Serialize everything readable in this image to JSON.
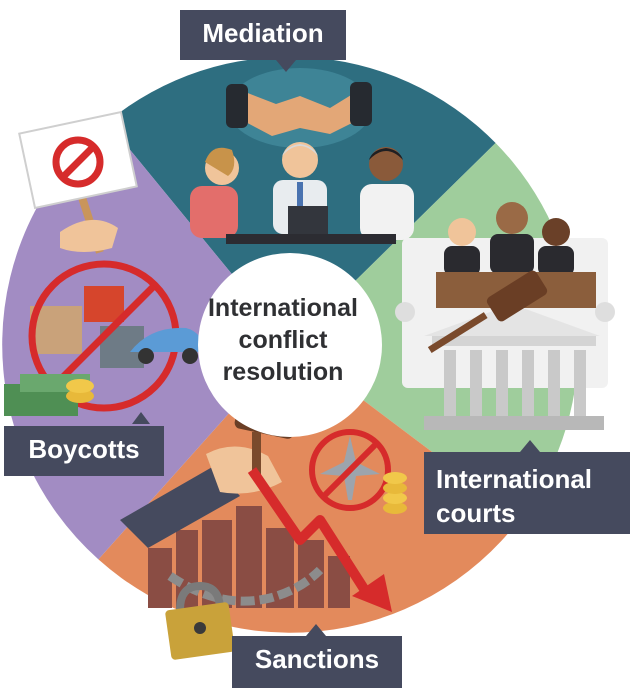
{
  "center": {
    "line1": "International",
    "line2": "conflict",
    "line3": "resolution"
  },
  "segments": {
    "mediation": {
      "label": "Mediation",
      "color": "#2e6e80"
    },
    "courts": {
      "line1": "International",
      "line2": "courts",
      "color": "#9fcd9c"
    },
    "sanctions": {
      "label": "Sanctions",
      "color": "#e38a5c"
    },
    "boycotts": {
      "label": "Boycotts",
      "color": "#a28cc3"
    }
  },
  "colors": {
    "label_bg": "#454a5e",
    "label_text": "#ffffff",
    "center_bg": "#ffffff",
    "arrow_red": "#d62b2b"
  },
  "icons": {
    "mediation": [
      "handshake-icon",
      "woman-icon",
      "mediator-man-icon",
      "man-icon",
      "laptop-icon"
    ],
    "courts": [
      "judges-icon",
      "courthouse-icon",
      "gavel-icon",
      "scroll-icon"
    ],
    "sanctions": [
      "gavel-in-hand-icon",
      "city-skyline-icon",
      "chain-icon",
      "padlock-icon",
      "falling-arrow-icon",
      "no-planes-icon",
      "coins-icon"
    ],
    "boycotts": [
      "no-sign-placard-icon",
      "crossed-out-goods-icon",
      "money-stack-icon",
      "car-icon"
    ]
  }
}
